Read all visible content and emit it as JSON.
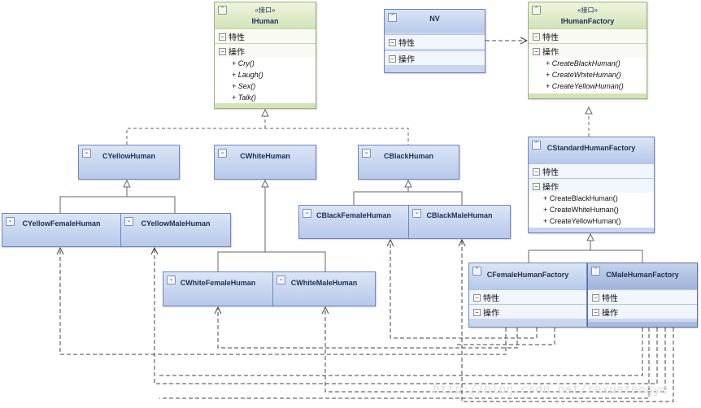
{
  "sections": {
    "attributes": "特性",
    "operations": "操作"
  },
  "stereotype": "«接口»",
  "interfaces": {
    "ihuman": {
      "name": "IHuman",
      "operations": [
        "+ Cry()",
        "+ Laugh()",
        "+ Sex()",
        "+ Talk()"
      ]
    },
    "ihumanfactory": {
      "name": "IHumanFactory",
      "operations": [
        "+ CreateBlackHuman()",
        "+ CreateWhiteHuman()",
        "+ CreateYellowHuman()"
      ]
    }
  },
  "classes": {
    "nv": {
      "name": "NV"
    },
    "cyellowhuman": {
      "name": "CYellowHuman"
    },
    "cwhitehuman": {
      "name": "CWhiteHuman"
    },
    "cblackhuman": {
      "name": "CBlackHuman"
    },
    "cyellowfemale": {
      "name": "CYellowFemaleHuman"
    },
    "cyellowmale": {
      "name": "CYellowMaleHuman"
    },
    "cwhitefemale": {
      "name": "CWhiteFemaleHuman"
    },
    "cwhitemale": {
      "name": "CWhiteMaleHuman"
    },
    "cblackfemale": {
      "name": "CBlackFemaleHuman"
    },
    "cblackmale": {
      "name": "CBlackMaleHuman"
    },
    "cstandardfactory": {
      "name": "CStandardHumanFactory",
      "operations": [
        "+ CreateBlackHuman()",
        "+ CreateWhiteHuman()",
        "+ CreateYellowHuman()"
      ]
    },
    "cfemalefactory": {
      "name": "CFemaleHumanFactory"
    },
    "cmalefactory": {
      "name": "CMaleHumanFactory"
    }
  },
  "watermark": "http://blog.csdn.net/rexuefengye",
  "colors": {
    "interface_header": "#d3e3b8",
    "class_header": "#b7c8ea",
    "border": "#6f86bf",
    "line": "#555555"
  }
}
